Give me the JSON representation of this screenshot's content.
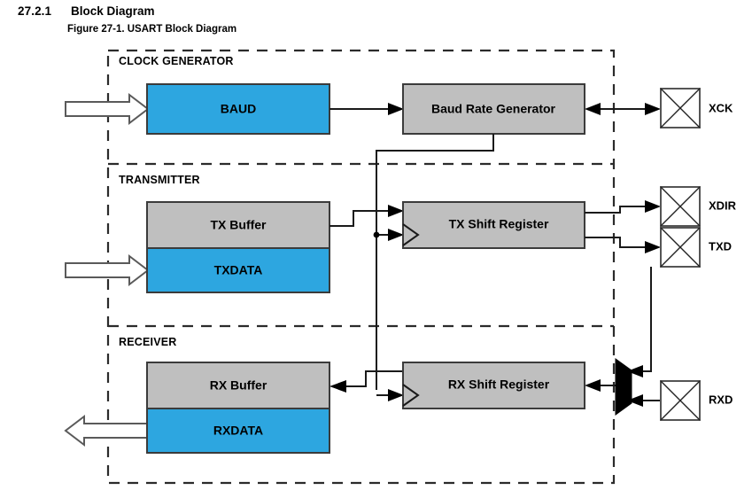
{
  "document": {
    "section_number": "27.2.1",
    "section_title": "Block Diagram",
    "figure_caption": "Figure 27-1. USART Block Diagram"
  },
  "colors": {
    "register_blue": "#2da6e0",
    "block_gray": "#bfbfbf",
    "pad_white": "#ffffff",
    "mux_black": "#000000",
    "wire": "#1a1a1a",
    "boundary_dash": "#2b2b2b"
  },
  "diagram": {
    "type": "block-diagram",
    "sections": [
      {
        "id": "clock-generator",
        "label": "CLOCK GENERATOR"
      },
      {
        "id": "transmitter",
        "label": "TRANSMITTER"
      },
      {
        "id": "receiver",
        "label": "RECEIVER"
      }
    ],
    "blocks": [
      {
        "id": "baud",
        "label": "BAUD",
        "fill": "blue",
        "section": "clock-generator"
      },
      {
        "id": "baud-rate-generator",
        "label": "Baud Rate Generator",
        "fill": "gray",
        "section": "clock-generator"
      },
      {
        "id": "tx-buffer",
        "label": "TX Buffer",
        "fill": "gray",
        "section": "transmitter"
      },
      {
        "id": "txdata",
        "label": "TXDATA",
        "fill": "blue",
        "section": "transmitter"
      },
      {
        "id": "tx-shift-register",
        "label": "TX Shift Register",
        "fill": "gray",
        "section": "transmitter"
      },
      {
        "id": "rx-buffer",
        "label": "RX Buffer",
        "fill": "gray",
        "section": "receiver"
      },
      {
        "id": "rxdata",
        "label": "RXDATA",
        "fill": "blue",
        "section": "receiver"
      },
      {
        "id": "rx-shift-register",
        "label": "RX Shift Register",
        "fill": "gray",
        "section": "receiver"
      }
    ],
    "pins": [
      {
        "id": "xck",
        "label": "XCK",
        "direction": "bidirectional",
        "section": "clock-generator"
      },
      {
        "id": "xdir",
        "label": "XDIR",
        "direction": "output",
        "section": "transmitter"
      },
      {
        "id": "txd",
        "label": "TXD",
        "direction": "output",
        "section": "transmitter"
      },
      {
        "id": "rxd",
        "label": "RXD",
        "direction": "input",
        "section": "receiver"
      }
    ],
    "mux": {
      "id": "rx-input-mux",
      "label": "",
      "inputs": [
        "txd-loopback",
        "rxd"
      ],
      "output": "rx-shift-register"
    },
    "bus_arrows": [
      {
        "id": "baud-bus-in",
        "target": "baud",
        "direction": "in"
      },
      {
        "id": "txdata-bus-in",
        "target": "txdata",
        "direction": "in"
      },
      {
        "id": "rxdata-bus-out",
        "target": "rxdata",
        "direction": "out"
      }
    ]
  }
}
